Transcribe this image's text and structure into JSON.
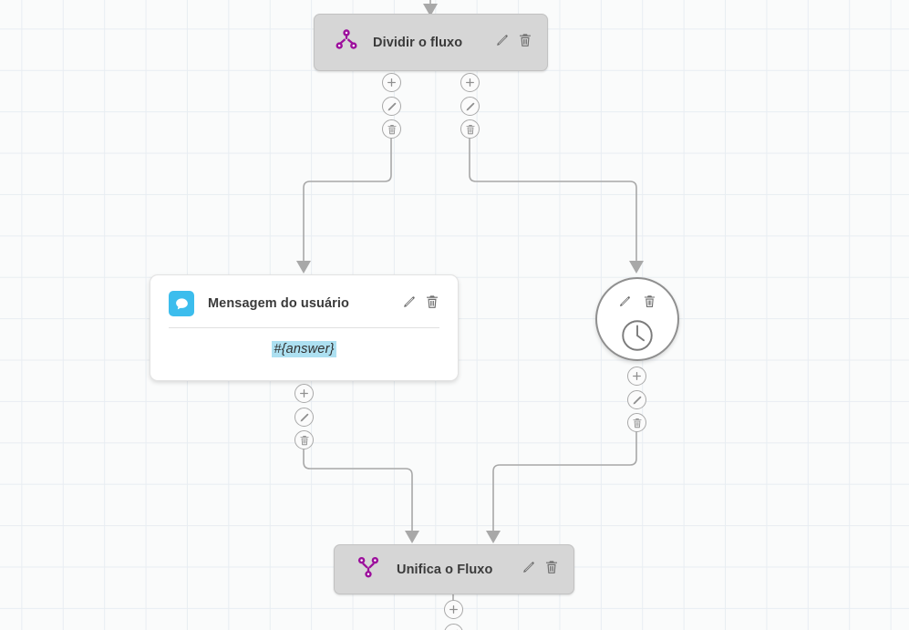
{
  "canvas": {
    "background_color": "#fafbfb",
    "grid_line_color": "#e8edf2",
    "grid_size": 45
  },
  "palette": {
    "flow_control_node_bg": "#d6d6d6",
    "flow_control_node_border": "#c2c2c2",
    "card_bg": "#ffffff",
    "purple_icon": "#9c0f9c",
    "message_badge_blue": "#3cbded",
    "token_highlight": "#ade0f1",
    "edge_stroke": "#a8a8a8",
    "handle_border": "#a9a9a9",
    "title_text": "#3a3a3a"
  },
  "nodes": [
    {
      "id": "split",
      "type": "flow-control",
      "title": "Dividir o fluxo",
      "icon": "split-flow-icon",
      "actions": [
        {
          "name": "edit-icon",
          "label": "Editar"
        },
        {
          "name": "delete-icon",
          "label": "Excluir"
        }
      ]
    },
    {
      "id": "message",
      "type": "card",
      "title": "Mensagem do usuário",
      "icon": "chat-bubble-icon",
      "body_text": "#{answer}",
      "actions": [
        {
          "name": "edit-icon",
          "label": "Editar"
        },
        {
          "name": "delete-icon",
          "label": "Excluir"
        }
      ]
    },
    {
      "id": "timer",
      "type": "circle",
      "title": "",
      "icon": "clock-icon",
      "actions": [
        {
          "name": "edit-icon",
          "label": "Editar"
        },
        {
          "name": "delete-icon",
          "label": "Excluir"
        }
      ]
    },
    {
      "id": "merge",
      "type": "flow-control",
      "title": "Unifica o Fluxo",
      "icon": "merge-flow-icon",
      "actions": [
        {
          "name": "edit-icon",
          "label": "Editar"
        },
        {
          "name": "delete-icon",
          "label": "Excluir"
        }
      ]
    }
  ],
  "handle_stacks": [
    {
      "id": "split-left",
      "buttons": [
        "add-icon",
        "edit-icon",
        "delete-icon"
      ]
    },
    {
      "id": "split-right",
      "buttons": [
        "add-icon",
        "edit-icon",
        "delete-icon"
      ]
    },
    {
      "id": "message-out",
      "buttons": [
        "add-icon",
        "edit-icon",
        "delete-icon"
      ]
    },
    {
      "id": "timer-out",
      "buttons": [
        "add-icon",
        "edit-icon",
        "delete-icon"
      ]
    },
    {
      "id": "merge-out",
      "buttons": [
        "add-icon",
        "edit-icon"
      ]
    }
  ],
  "edges": [
    {
      "from": "top-of-canvas",
      "to": "split"
    },
    {
      "from": "split-left",
      "to": "message"
    },
    {
      "from": "split-right",
      "to": "timer"
    },
    {
      "from": "message-out",
      "to": "merge"
    },
    {
      "from": "timer-out",
      "to": "merge"
    }
  ]
}
